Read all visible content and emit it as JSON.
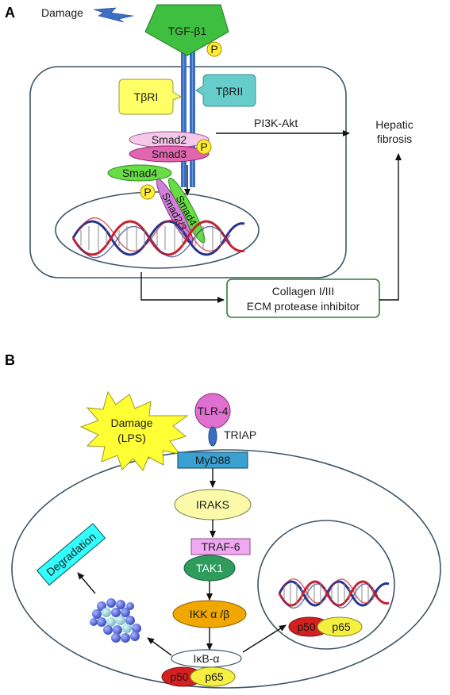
{
  "panels": [
    {
      "label": "A",
      "nodes": {
        "damage": "Damage",
        "ligand": "TGF-β1",
        "phospho": "P",
        "receptor1": "TβRI",
        "receptor2": "TβRII",
        "smad2": "Smad2",
        "smad3": "Smad3",
        "smad4": "Smad4",
        "complex_smad4": "Smad4",
        "complex_smad23": "Smad2/3",
        "pathway": "PI3K-Akt",
        "outcome_line1": "Hepatic",
        "outcome_line2": "fibrosis",
        "product_line1": "Collagen I/III",
        "product_line2": "ECM protease inhibitor"
      }
    },
    {
      "label": "B",
      "nodes": {
        "damage_line1": "Damage",
        "damage_line2": "(LPS)",
        "receptor": "TLR-4",
        "adaptor": "TRIAP",
        "myd88": "MyD88",
        "iraks": "IRAKS",
        "traf6": "TRAF-6",
        "tak1": "TAK1",
        "ikk": "IKK α /β",
        "ikb": "IκB-α",
        "p50": "p50",
        "p65": "p65",
        "degradation": "Degradation"
      }
    }
  ],
  "colors": {
    "ligand": "#3fbf3f",
    "receptor_bar": "#3a6fc4",
    "tbri": "#ffff66",
    "tbrii": "#66cccc",
    "smad2": "#f3c8e8",
    "smad3": "#e066b0",
    "smad4": "#66dd44",
    "phospho": "#ffee33",
    "dna_red": "#c8202e",
    "dna_blue": "#27348b",
    "product_border": "#2e7d32",
    "starburst": "#ffff33",
    "tlr4": "#e070d0",
    "myd88": "#3aa0d0",
    "iraks": "#fafaaa",
    "traf6": "#f0a8f0",
    "tak1": "#2f9b5c",
    "ikk": "#f0a800",
    "p50": "#d42020",
    "p65": "#f5f040",
    "degradation": "#33ffff",
    "proteasome": "#5a6fd8"
  }
}
